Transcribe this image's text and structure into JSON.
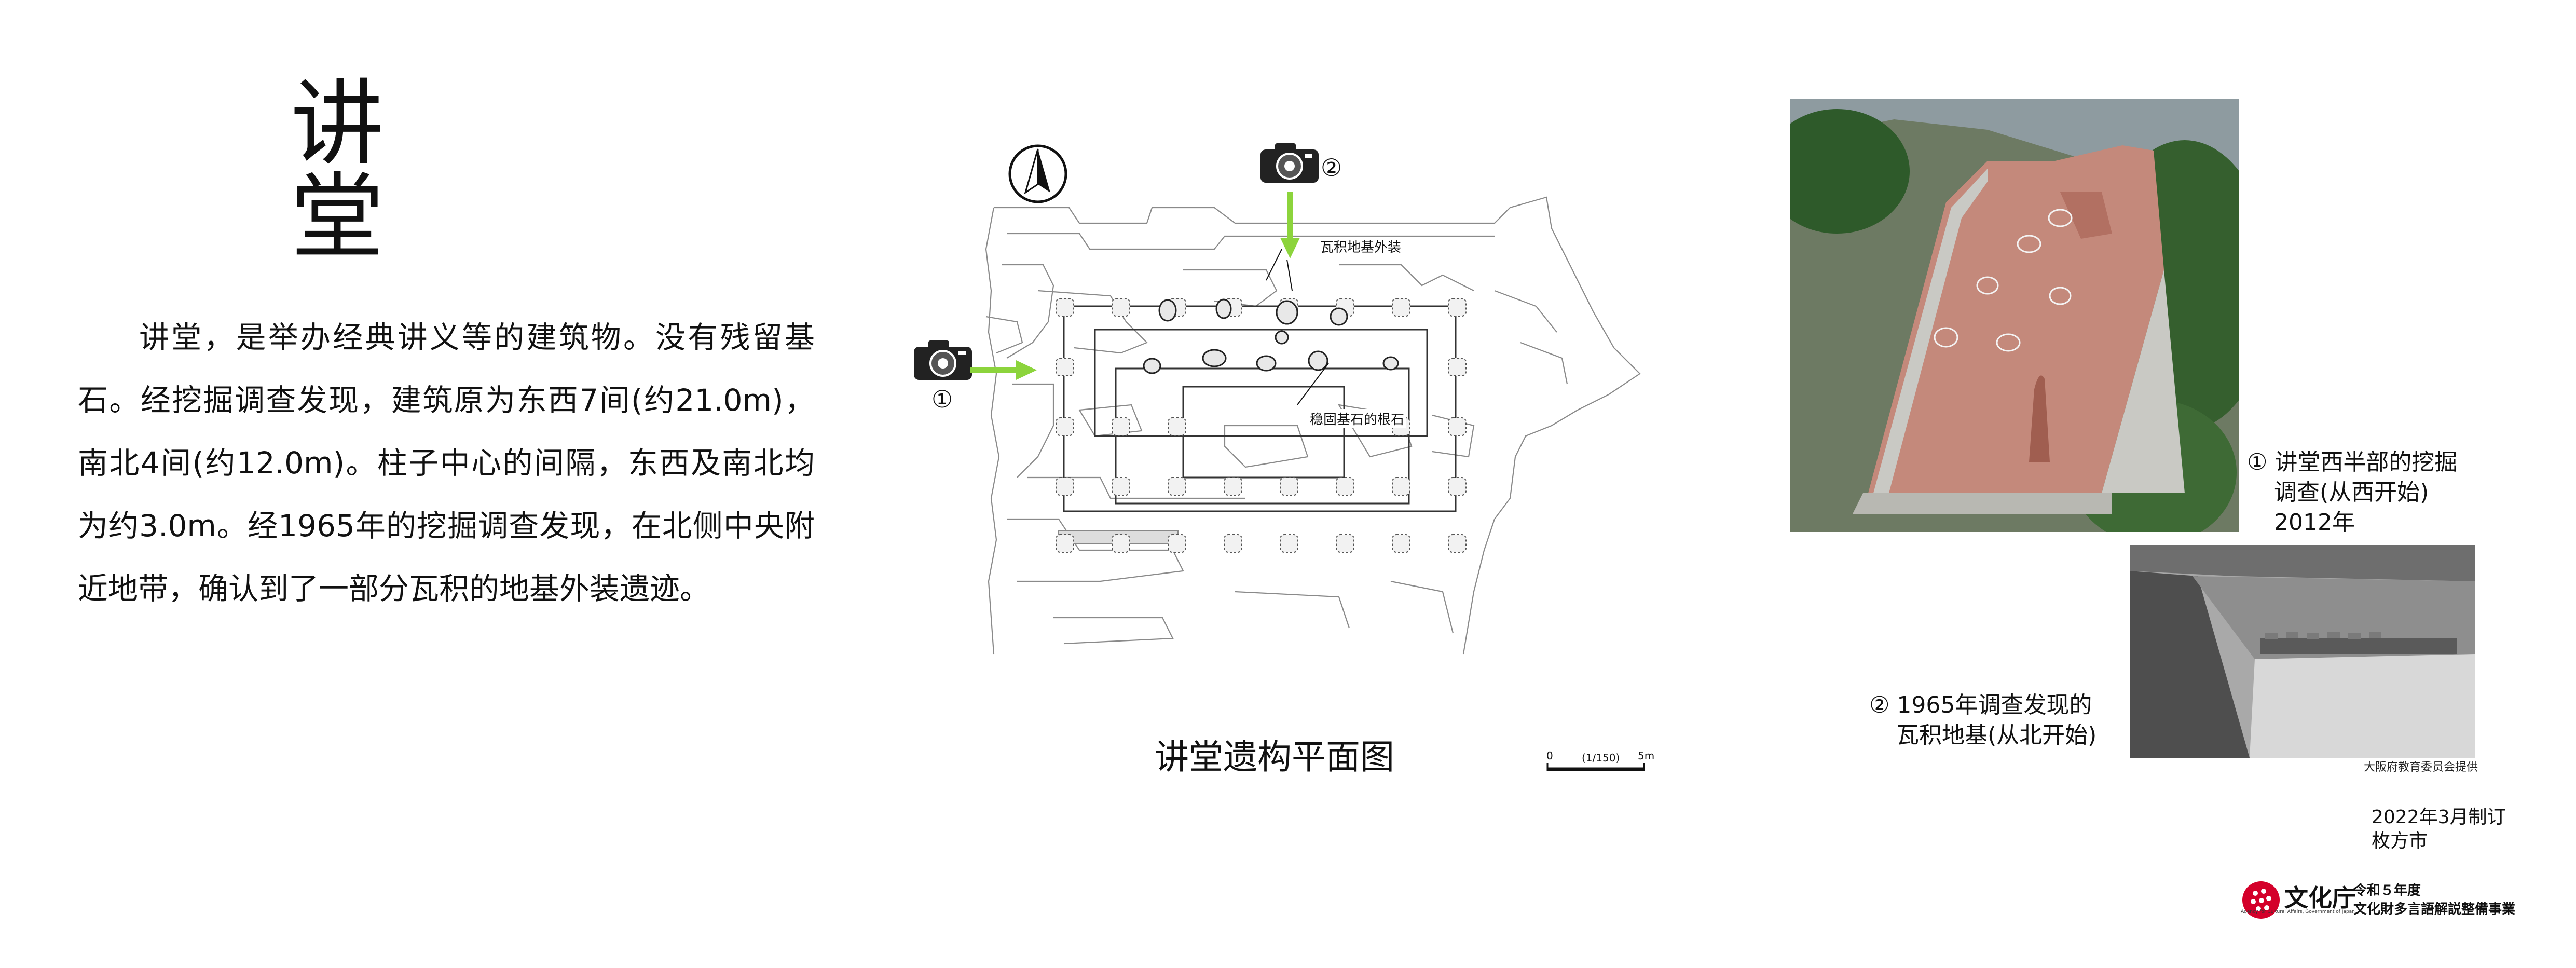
{
  "title": "讲　堂",
  "body": "讲堂，是举办经典讲义等的建筑物。没有残留基石。经挖掘调查发现，建筑原为东西7间(约21.0m)，南北4间(约12.0m)。柱子中心的间隔，东西及南北均为约3.0m。经1965年的挖掘调查发现，在北侧中央附近地带，确认到了一部分瓦积的地基外装遗迹。",
  "plan": {
    "title": "讲堂遗构平面图",
    "label_tile": "瓦积地基外装",
    "label_root": "稳固基石的根石",
    "camera_1": "①",
    "camera_2": "②",
    "scale": {
      "zero": "0",
      "ratio": "(1/150)",
      "end": "5m"
    },
    "icons": {
      "compass": "north-arrow-icon",
      "camera": "camera-icon"
    },
    "arrow_color": "#8cd43c"
  },
  "photos": {
    "photo_1": {
      "caption_line_1": "① 讲堂西半部的挖掘",
      "caption_line_2": "调查(从西开始)",
      "caption_line_3": "2012年"
    },
    "photo_2": {
      "caption_line_1": "② 1965年调查发现的",
      "caption_line_2": "瓦积地基(从北开始)",
      "credit": "大阪府教育委员会提供"
    }
  },
  "footer": {
    "date": "2022年3月制订",
    "city": "枚方市",
    "agency_name": "文化庁",
    "agency_sub": "Agency for Cultural Affairs, Government of Japan",
    "project_line_1": "令和５年度",
    "project_line_2": "文化財多言語解説整備事業",
    "logo_color": "#d4002a"
  }
}
